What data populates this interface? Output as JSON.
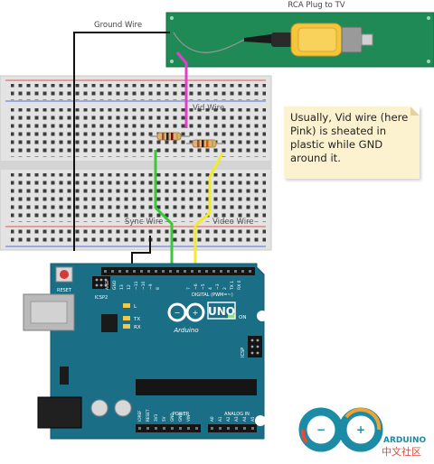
{
  "labels": {
    "rca_plug": "RCA Plug to TV",
    "ground_wire": "Ground Wire",
    "vid_wire": "Vid Wire",
    "sync_wire": "Sync Wire",
    "video_wire": "Video Wire"
  },
  "note": "Usually, Vid wire (here Pink) is sheated in plastic while GND around it.",
  "board": {
    "reset": "RESET",
    "icsp2": "ICSP2",
    "brand": "Arduino",
    "uno": "UNO",
    "on": "ON",
    "l": "L",
    "tx": "TX",
    "rx": "RX",
    "digital": "DIGITAL (PWM=~)",
    "icsp": "ICSP",
    "power": "POWER",
    "analog_in": "ANALOG IN",
    "aref": "AREF",
    "gnd": "GND",
    "pin_13": "13",
    "pin_12": "12",
    "pin_11": "~11",
    "pin_10": "~10",
    "pin_9": "~9",
    "pin_8": "8",
    "pin_7": "7",
    "pin_6": "~6",
    "pin_5": "~5",
    "pin_4": "4",
    "pin_3": "~3",
    "pin_2": "2",
    "pin_1": "TX 1",
    "pin_0": "RX 0",
    "ioref": "IOREF",
    "reset_pin": "RESET",
    "v33": "3V3",
    "v5": "5V",
    "gnd1": "GND",
    "gnd2": "GND",
    "vin": "VIN",
    "a0": "A0",
    "a1": "A1",
    "a2": "A2",
    "a3": "A3",
    "a4": "A4",
    "a5": "A5"
  },
  "logo": {
    "text": "ARDUINO",
    "cn": "中文社区"
  },
  "colors": {
    "breadboard": "#e3e3e3",
    "pcb_green": "#1e8052",
    "arduino_teal": "#1a6f87",
    "ground_wire": "#111111",
    "vid_wire": "#e040c8",
    "sync_wire": "#3cc63c",
    "video_wire": "#f2ea2a",
    "note_bg": "#fdf2d0",
    "rca_yellow": "#f5c63a"
  }
}
